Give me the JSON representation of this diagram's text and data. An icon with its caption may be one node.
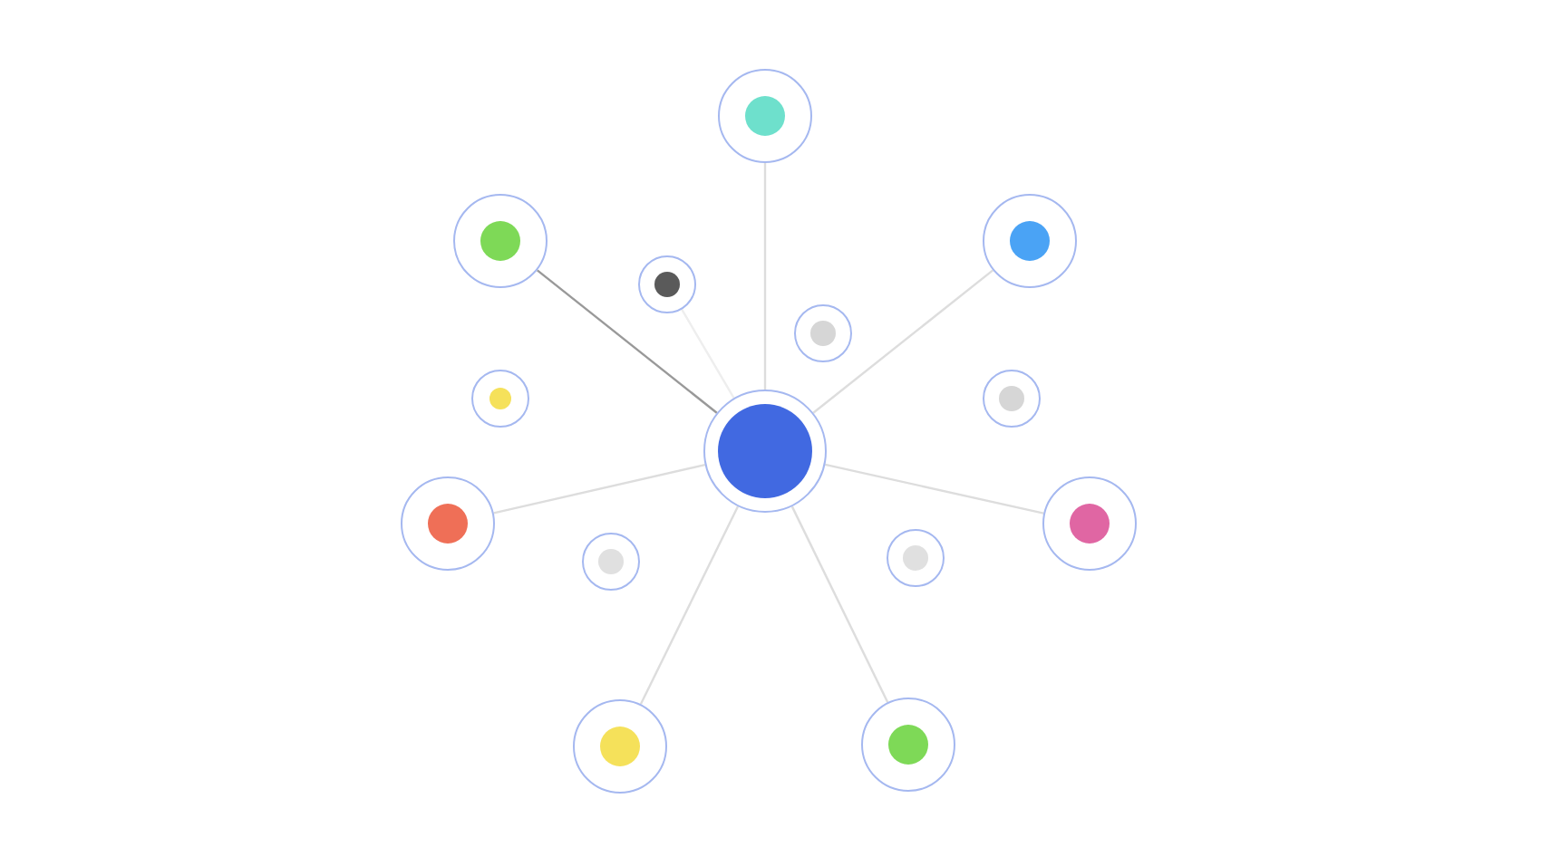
{
  "diagram": {
    "nodes": [
      {
        "text": [],
        "shape": "circle"
      },
      {
        "text": [],
        "shape": "circle"
      },
      {
        "text": [],
        "shape": "circle"
      },
      {
        "text": [],
        "shape": "circle"
      },
      {
        "text": [],
        "shape": "circle"
      },
      {
        "text": [],
        "shape": "circle"
      },
      {
        "text": [],
        "shape": "circle"
      },
      {
        "text": [],
        "shape": "circle"
      },
      {
        "text": [],
        "shape": "circle"
      },
      {
        "text": [],
        "shape": "circle"
      },
      {
        "text": [],
        "shape": "circle"
      },
      {
        "text": [],
        "shape": "circle"
      },
      {
        "text": [],
        "shape": "circle"
      },
      {
        "text": [],
        "shape": "circle"
      }
    ],
    "edges": [
      {
        "from": 0,
        "to": 1,
        "arrow": "none"
      },
      {
        "from": 0,
        "to": 2,
        "arrow": "none",
        "color": "#999999"
      },
      {
        "from": 0,
        "to": 3,
        "arrow": "none"
      },
      {
        "from": 0,
        "to": 4,
        "arrow": "none"
      },
      {
        "from": 0,
        "to": 5,
        "arrow": "none"
      },
      {
        "from": 0,
        "to": 6,
        "arrow": "none"
      },
      {
        "from": 0,
        "to": 7,
        "arrow": "none"
      },
      {
        "from": 0,
        "to": 8,
        "arrow": "none",
        "color": "#eeeeee"
      }
    ]
  }
}
